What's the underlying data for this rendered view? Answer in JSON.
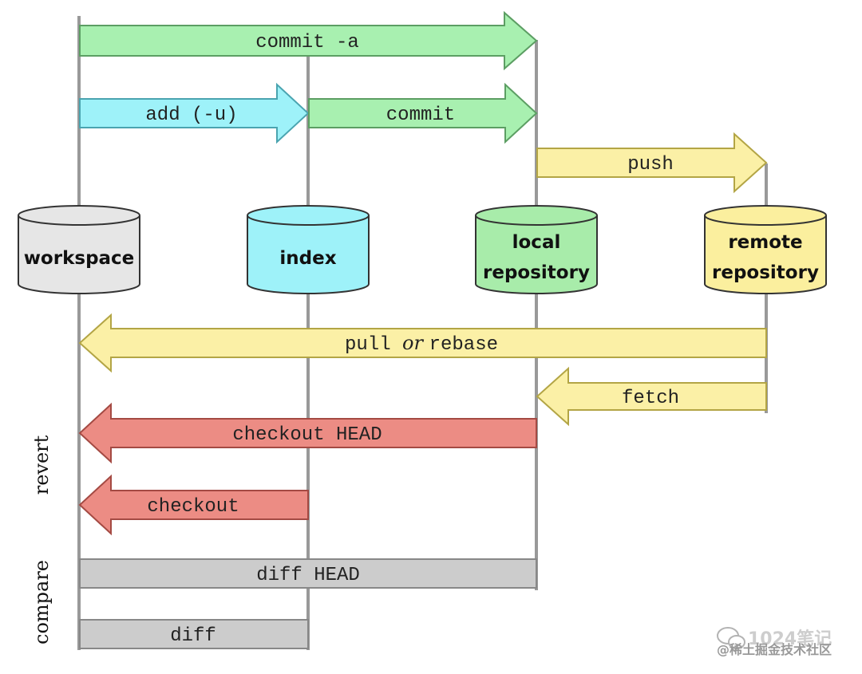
{
  "colors": {
    "green_fill": "#a8f0b0",
    "green_stroke": "#5c9e63",
    "cyan_fill": "#9ef2f9",
    "cyan_stroke": "#4aa4b0",
    "yellow_fill": "#fbf0a6",
    "yellow_stroke": "#b3a545",
    "red_fill": "#ec8c84",
    "red_stroke": "#a44a43",
    "gray_fill": "#cccccc",
    "gray_stroke": "#888888",
    "workspace_fill": "#e6e6e6",
    "index_fill": "#9ef2f9",
    "local_fill": "#a8ecaa",
    "remote_fill": "#fbef9e",
    "lane_line": "#999999"
  },
  "repositories": [
    {
      "id": "workspace",
      "lines": [
        "workspace"
      ]
    },
    {
      "id": "index",
      "lines": [
        "index"
      ]
    },
    {
      "id": "local",
      "lines": [
        "local",
        "repository"
      ]
    },
    {
      "id": "remote",
      "lines": [
        "remote",
        "repository"
      ]
    }
  ],
  "arrows": [
    {
      "id": "commit-a",
      "label": "commit -a",
      "color": "green",
      "direction": "right"
    },
    {
      "id": "add-u",
      "label": "add (-u)",
      "color": "cyan",
      "direction": "right"
    },
    {
      "id": "commit",
      "label": "commit",
      "color": "green",
      "direction": "right"
    },
    {
      "id": "push",
      "label": "push",
      "color": "yellow",
      "direction": "right"
    },
    {
      "id": "pull-or-rebase",
      "label_parts": [
        "pull",
        "or",
        "rebase"
      ],
      "color": "yellow",
      "direction": "left"
    },
    {
      "id": "fetch",
      "label": "fetch",
      "color": "yellow",
      "direction": "left"
    },
    {
      "id": "checkout-head",
      "label": "checkout HEAD",
      "color": "red",
      "direction": "left"
    },
    {
      "id": "checkout",
      "label": "checkout",
      "color": "red",
      "direction": "left"
    }
  ],
  "bars": [
    {
      "id": "diff-head",
      "label": "diff HEAD"
    },
    {
      "id": "diff",
      "label": "diff"
    }
  ],
  "side_labels": {
    "revert": "revert",
    "compare": "compare"
  },
  "watermark": {
    "title": "1024笔记",
    "subtitle": "@稀土掘金技术社区"
  }
}
